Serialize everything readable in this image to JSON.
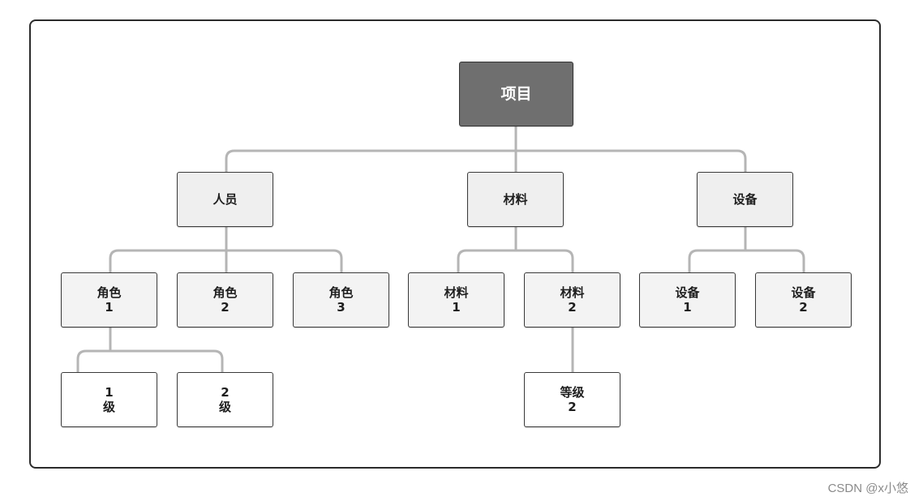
{
  "nodes": {
    "root": {
      "lines": [
        "项目"
      ]
    },
    "personnel": {
      "lines": [
        "人员"
      ]
    },
    "materials": {
      "lines": [
        "材料"
      ]
    },
    "equipment": {
      "lines": [
        "设备"
      ]
    },
    "role1": {
      "lines": [
        "角色",
        "1"
      ]
    },
    "role2": {
      "lines": [
        "角色",
        "2"
      ]
    },
    "role3": {
      "lines": [
        "角色",
        "3"
      ]
    },
    "material1": {
      "lines": [
        "材料",
        "1"
      ]
    },
    "material2": {
      "lines": [
        "材料",
        "2"
      ]
    },
    "equipment1": {
      "lines": [
        "设备",
        "1"
      ]
    },
    "equipment2": {
      "lines": [
        "设备",
        "2"
      ]
    },
    "level1": {
      "lines": [
        "1",
        "级"
      ]
    },
    "level2": {
      "lines": [
        "2",
        "级"
      ]
    },
    "grade2": {
      "lines": [
        "等级",
        "2"
      ]
    }
  },
  "colors": {
    "root_fill": "#6f6f6f",
    "node_fill": "#efefef",
    "leaf_fill": "#ffffff",
    "connector": "#b5b5b5",
    "border": "#3a3a3a"
  },
  "watermark": "CSDN @x小悠"
}
